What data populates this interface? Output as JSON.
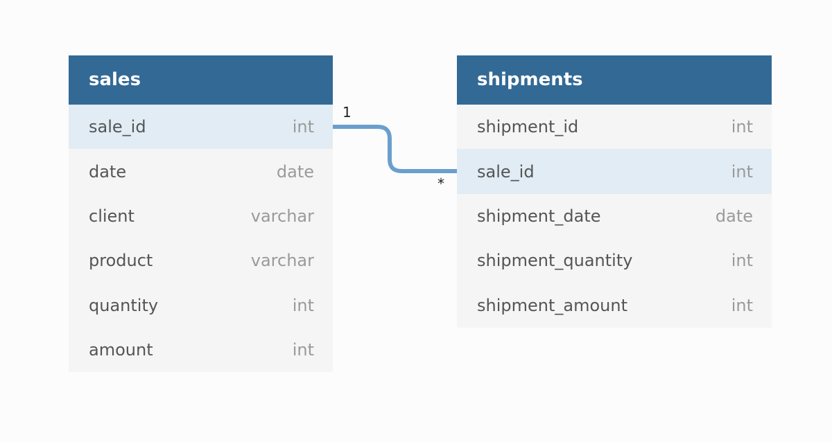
{
  "tables": [
    {
      "name": "sales",
      "columns": [
        {
          "name": "sale_id",
          "type": "int",
          "highlighted": true
        },
        {
          "name": "date",
          "type": "date",
          "highlighted": false
        },
        {
          "name": "client",
          "type": "varchar",
          "highlighted": false
        },
        {
          "name": "product",
          "type": "varchar",
          "highlighted": false
        },
        {
          "name": "quantity",
          "type": "int",
          "highlighted": false
        },
        {
          "name": "amount",
          "type": "int",
          "highlighted": false
        }
      ]
    },
    {
      "name": "shipments",
      "columns": [
        {
          "name": "shipment_id",
          "type": "int",
          "highlighted": false
        },
        {
          "name": "sale_id",
          "type": "int",
          "highlighted": true
        },
        {
          "name": "shipment_date",
          "type": "date",
          "highlighted": false
        },
        {
          "name": "shipment_quantity",
          "type": "int",
          "highlighted": false
        },
        {
          "name": "shipment_amount",
          "type": "int",
          "highlighted": false
        }
      ]
    }
  ],
  "relationship": {
    "from_cardinality": "1",
    "to_cardinality": "*",
    "line_color": "#6a9fcd"
  },
  "colors": {
    "header": "#336995",
    "highlight": "#e1ecf4",
    "row": "#f5f5f5"
  }
}
